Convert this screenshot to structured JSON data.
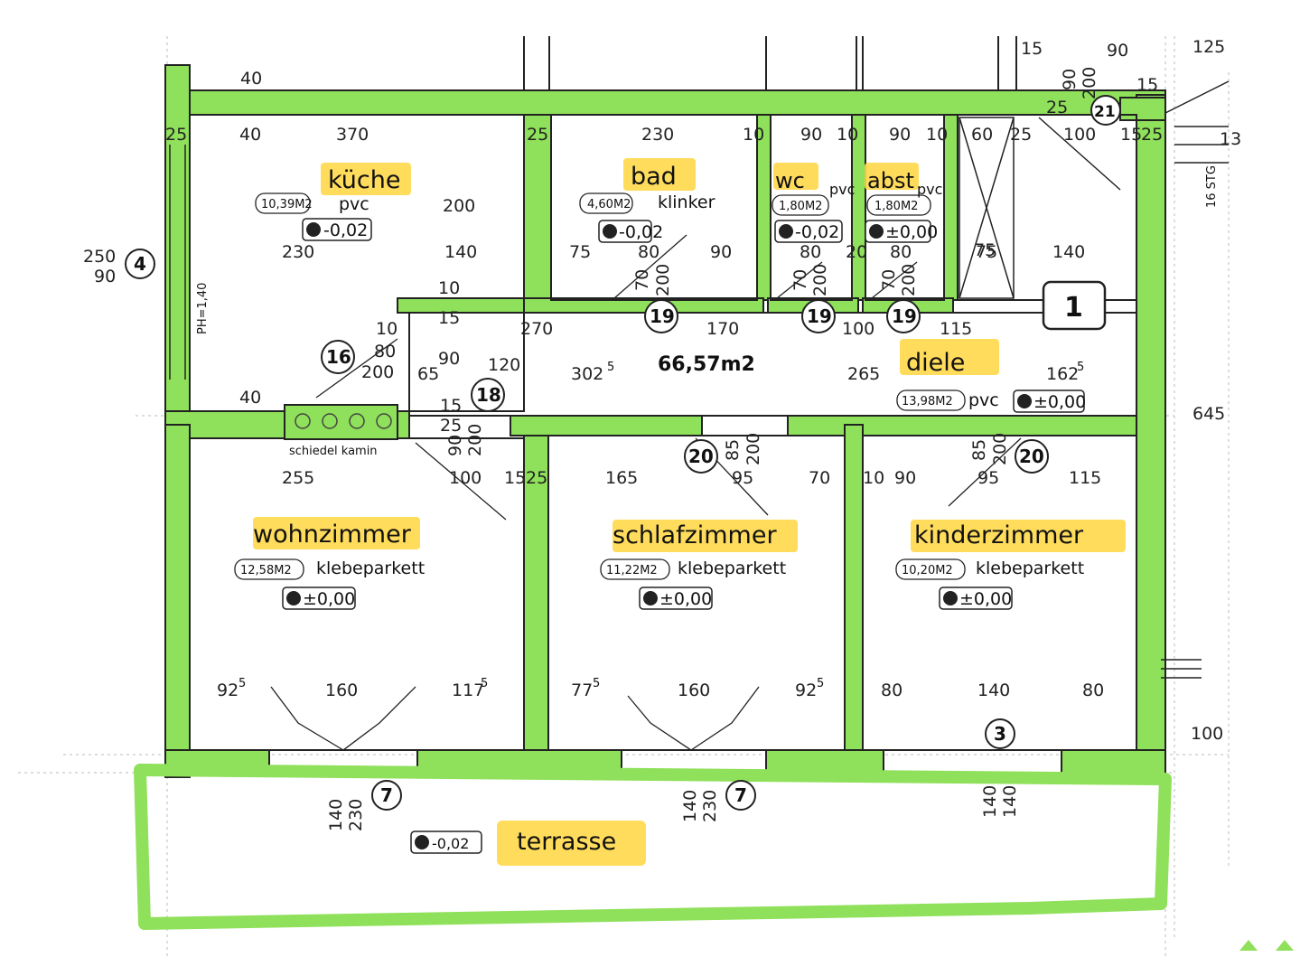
{
  "plan": {
    "total_area": "66,57m2",
    "label_chimney": "schiedel kamin",
    "label_ph": "PH=1,40",
    "label_stairs": "16 STG",
    "unit_tag": "1",
    "rooms": [
      {
        "id": "kueche",
        "name": "küche",
        "area": "10,39M2",
        "floor": "pvc",
        "level": "-0,02"
      },
      {
        "id": "bad",
        "name": "bad",
        "area": "4,60M2",
        "floor": "klinker",
        "level": "-0,02"
      },
      {
        "id": "wc",
        "name": "wc",
        "area": "1,80M2",
        "floor": "pvc",
        "level": "-0,02"
      },
      {
        "id": "abst",
        "name": "abst",
        "area": "1,80M2",
        "floor": "pvc",
        "level": "±0,00"
      },
      {
        "id": "diele",
        "name": "diele",
        "area": "13,98M2",
        "floor": "pvc",
        "level": "±0,00"
      },
      {
        "id": "wohnzimmer",
        "name": "wohnzimmer",
        "area": "12,58M2",
        "floor": "klebeparkett",
        "level": "±0,00"
      },
      {
        "id": "schlafzimmer",
        "name": "schlafzimmer",
        "area": "11,22M2",
        "floor": "klebeparkett",
        "level": "±0,00"
      },
      {
        "id": "kinderzimmer",
        "name": "kinderzimmer",
        "area": "10,20M2",
        "floor": "klebeparkett",
        "level": "±0,00"
      },
      {
        "id": "terrasse",
        "name": "terrasse",
        "area": "",
        "floor": "",
        "level": "-0,02"
      }
    ],
    "door_tags": [
      "4",
      "16",
      "18",
      "19",
      "19",
      "19",
      "20",
      "20",
      "21",
      "7",
      "7",
      "3"
    ],
    "dimensions": [
      "40",
      "25",
      "40",
      "370",
      "25",
      "230",
      "10",
      "90",
      "10",
      "90",
      "10",
      "60",
      "25",
      "100",
      "15",
      "25",
      "15",
      "125",
      "90",
      "90",
      "200",
      "15",
      "25",
      "200",
      "140",
      "230",
      "250",
      "90",
      "10",
      "15",
      "270",
      "170",
      "100",
      "115",
      "75",
      "80",
      "90",
      "75",
      "80",
      "20",
      "80",
      "75",
      "140",
      "70",
      "200",
      "70",
      "200",
      "70",
      "200",
      "10",
      "80",
      "200",
      "90",
      "120",
      "65",
      "302",
      "5",
      "265",
      "162",
      "5",
      "40",
      "15",
      "25",
      "200",
      "90",
      "100",
      "255",
      "15",
      "25",
      "165",
      "95",
      "70",
      "10",
      "90",
      "95",
      "115",
      "85",
      "200",
      "85",
      "200",
      "92",
      "5",
      "160",
      "117",
      "5",
      "77",
      "5",
      "160",
      "92",
      "5",
      "80",
      "140",
      "80",
      "140",
      "230",
      "140",
      "230",
      "140",
      "140",
      "100",
      "645",
      "13"
    ]
  },
  "colors": {
    "wall": "#8fe05a",
    "highlight": "#ffd84a",
    "line": "#222222"
  }
}
